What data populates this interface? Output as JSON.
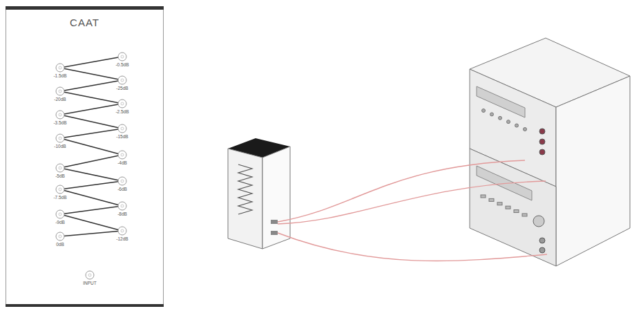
{
  "diagram": {
    "nodes": [
      {
        "text": [
          "CAAT"
        ]
      }
    ],
    "labels": [
      "-0.5dB",
      "-1.5dB",
      "-25dB",
      "-20dB",
      "-2.5dB",
      "-3.5dB",
      "-15dB",
      "-10dB",
      "-4dB",
      "-5dB",
      "-6dB",
      "-7.5dB",
      "-8dB",
      "-9dB",
      "-12dB",
      "0dB",
      "INPUT"
    ]
  }
}
